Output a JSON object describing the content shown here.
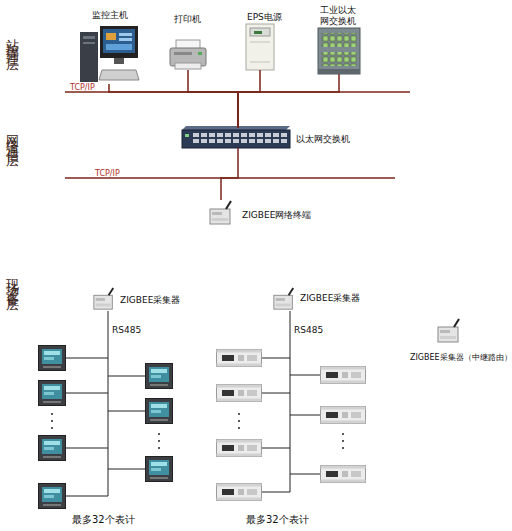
{
  "diagram": {
    "nodes": [
      {
        "text": [
          "监控主机"
        ]
      },
      {
        "text": [
          "打印机"
        ]
      },
      {
        "text": [
          "EPS电源"
        ]
      },
      {
        "text": [
          "工业以太 网交换机"
        ]
      },
      {
        "text": [
          "以太网交换机"
        ]
      },
      {
        "text": [
          "ZIGBEE网络终端"
        ]
      },
      {
        "text": [
          "ZIGBEE采集器"
        ]
      },
      {
        "text": [
          "ZIGBEE采集器"
        ]
      },
      {
        "text": [
          "ZIGBEE采集器（中继路由）"
        ]
      }
    ],
    "edges": [
      {
        "from": 0,
        "to": 4,
        "arrow": "none"
      },
      {
        "from": 1,
        "to": 4,
        "arrow": "none"
      },
      {
        "from": 2,
        "to": 4,
        "arrow": "none"
      },
      {
        "from": 3,
        "to": 4,
        "arrow": "none"
      },
      {
        "from": 4,
        "to": 5,
        "arrow": "none"
      }
    ],
    "labels": [
      "站控管理层",
      "网络通信层",
      "现场设备层",
      "TCP/IP",
      "TCP/IP",
      "RS485",
      "RS485",
      "最多32个表计",
      "最多32个表计"
    ]
  }
}
